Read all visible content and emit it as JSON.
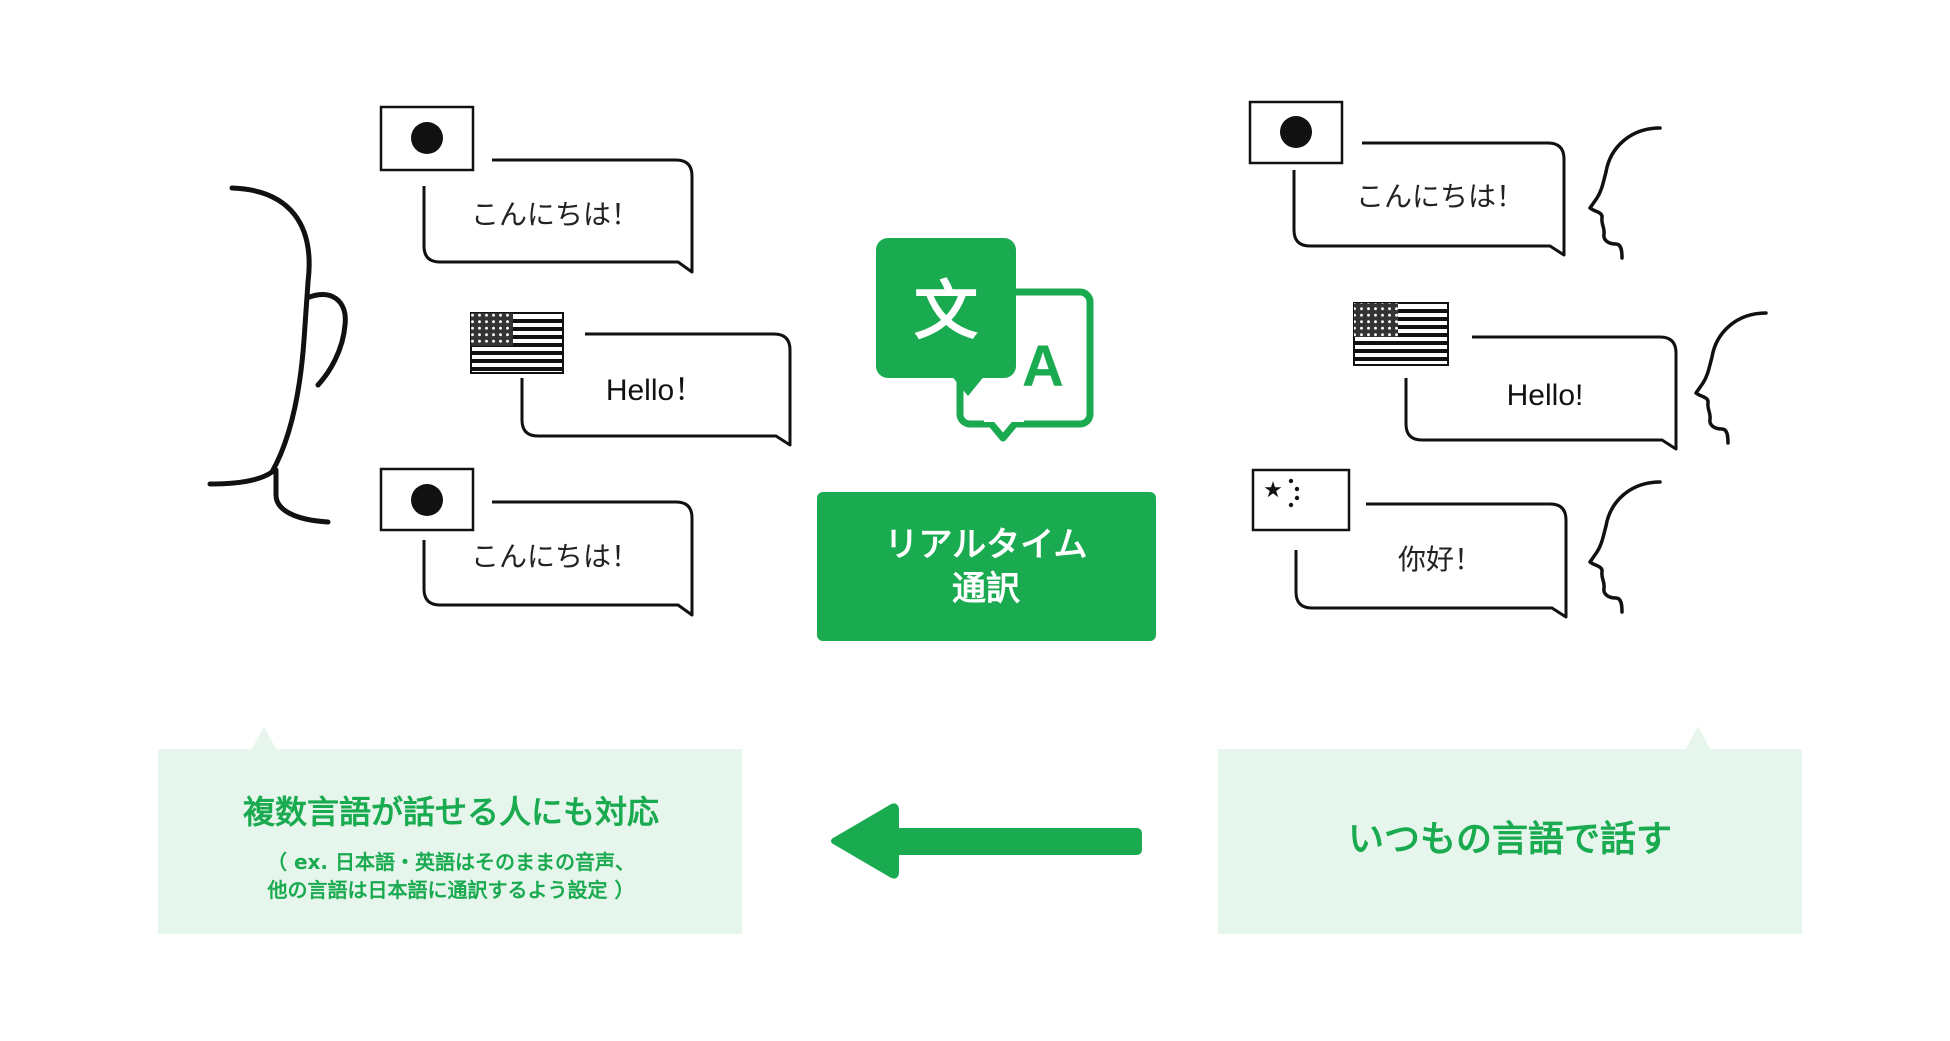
{
  "colors": {
    "accent": "#1aaa50",
    "panel_bg": "#e6f6ec",
    "line": "#111111"
  },
  "left_group": {
    "bubbles": [
      {
        "flag": "japan-flag",
        "text": "こんにちは！"
      },
      {
        "flag": "usa-flag",
        "text": "Hello！"
      },
      {
        "flag": "japan-flag",
        "text": "こんにちは！"
      }
    ]
  },
  "right_group": {
    "bubbles": [
      {
        "flag": "japan-flag",
        "text": "こんにちは！"
      },
      {
        "flag": "usa-flag",
        "text": "Hello!"
      },
      {
        "flag": "china-flag",
        "text": "你好！"
      }
    ]
  },
  "center": {
    "icon": "translate-icon",
    "icon_glyph_left": "文",
    "icon_glyph_right": "A",
    "badge_line1": "リアルタイム",
    "badge_line2": "通訳"
  },
  "bottom_left": {
    "title": "複数言語が話せる人にも対応",
    "note_line1": "（ ex. 日本語・英語はそのままの音声、",
    "note_line2": "他の言語は日本語に通訳するよう設定 ）"
  },
  "bottom_right": {
    "title": "いつもの言語で話す"
  },
  "arrow": {
    "icon": "arrow-left-icon"
  }
}
